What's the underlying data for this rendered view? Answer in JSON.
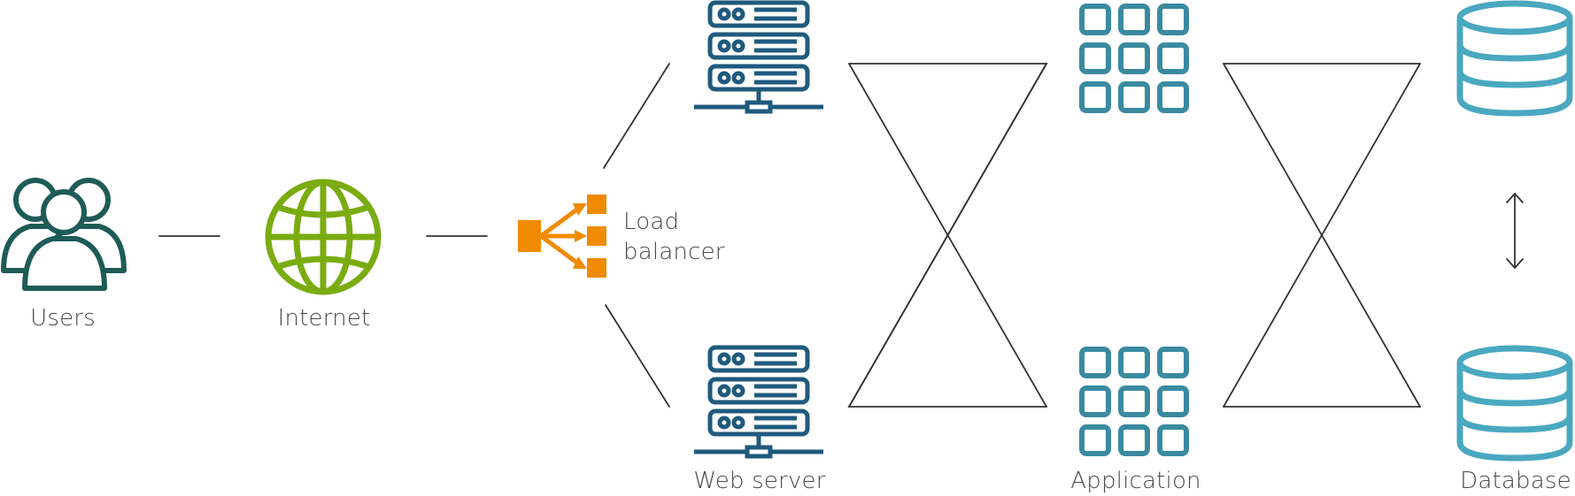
{
  "diagram": {
    "labels": {
      "users": "Users",
      "internet": "Internet",
      "load_balancer_line1": "Load",
      "load_balancer_line2": "balancer",
      "web_server": "Web server",
      "application": "Application",
      "database": "Database"
    },
    "icons": {
      "users": "users-group-icon",
      "internet": "globe-icon",
      "load_balancer": "load-balancer-icon",
      "web_server": "server-rack-icon",
      "application": "app-grid-icon",
      "database": "database-icon"
    },
    "colors": {
      "users": "#1e5b57",
      "internet": "#7aac12",
      "load_balancer": "#f08a00",
      "web_server": "#1f5a7d",
      "application": "#3a8aa0",
      "database": "#4aa8c0",
      "connector": "#333333",
      "label": "#4a4a4a"
    }
  }
}
